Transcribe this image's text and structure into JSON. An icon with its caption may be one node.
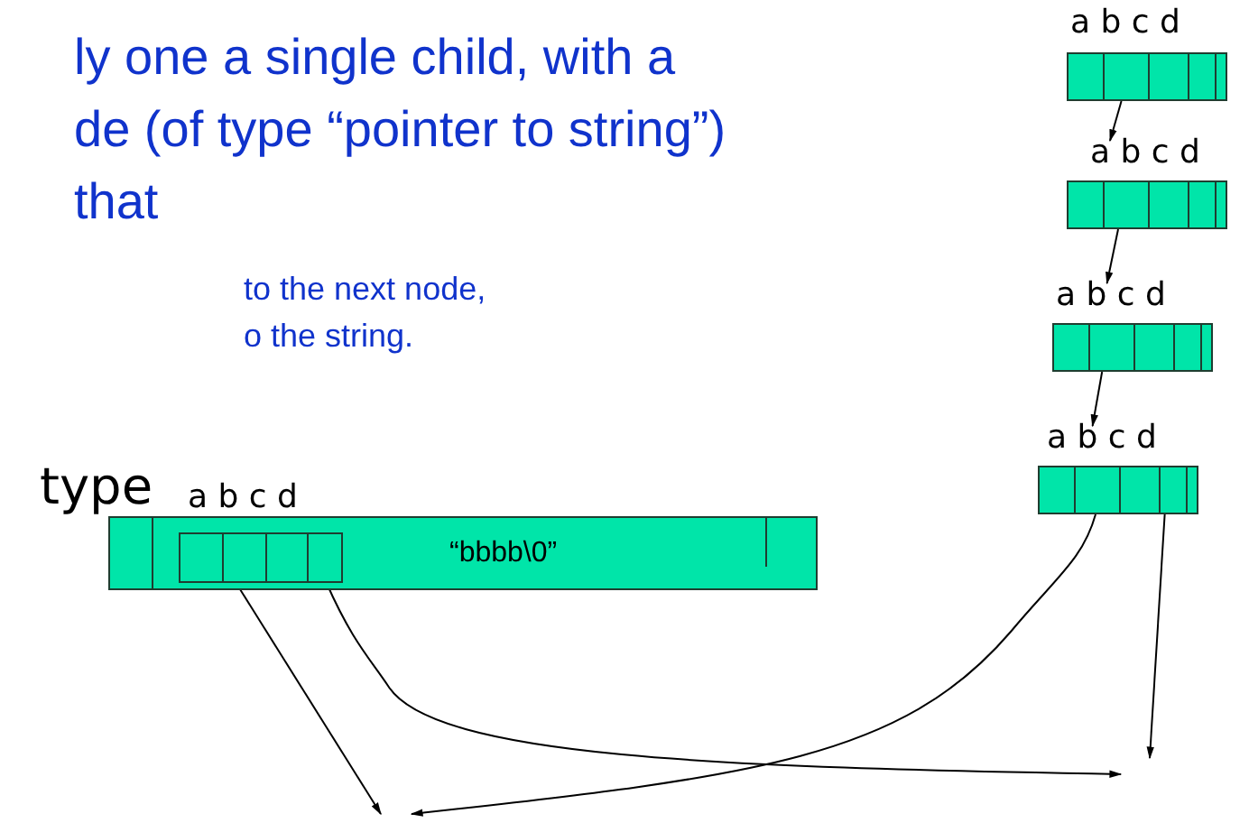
{
  "diagram": {
    "nodes": [
      {
        "text": [
          "a b c d"
        ]
      },
      {
        "text": [
          "a b c d"
        ]
      },
      {
        "text": [
          "a b c d"
        ]
      },
      {
        "text": [
          "a b c d"
        ]
      },
      {
        "text": [
          "“bbbb\\0”"
        ]
      },
      {
        "text": [],
        "shape": "box",
        "in": 4,
        "beside": [
          "a b c d"
        ]
      }
    ],
    "edges": [
      {
        "from": 0,
        "to": 1,
        "arrow": "to"
      },
      {
        "from": 1,
        "to": 2,
        "arrow": "to"
      },
      {
        "from": 2,
        "to": 3,
        "arrow": "to"
      },
      {
        "from": 3,
        "to": null,
        "arrow": "to"
      },
      {
        "from": 3,
        "to": null,
        "arrow": "to"
      },
      {
        "from": 5,
        "to": null,
        "arrow": "to"
      },
      {
        "from": 5,
        "to": null,
        "arrow": "to"
      }
    ],
    "labels": [
      "ly one a single child, with a de (of type “pointer to string”) that",
      "to the next node, o the string.",
      "type"
    ]
  }
}
